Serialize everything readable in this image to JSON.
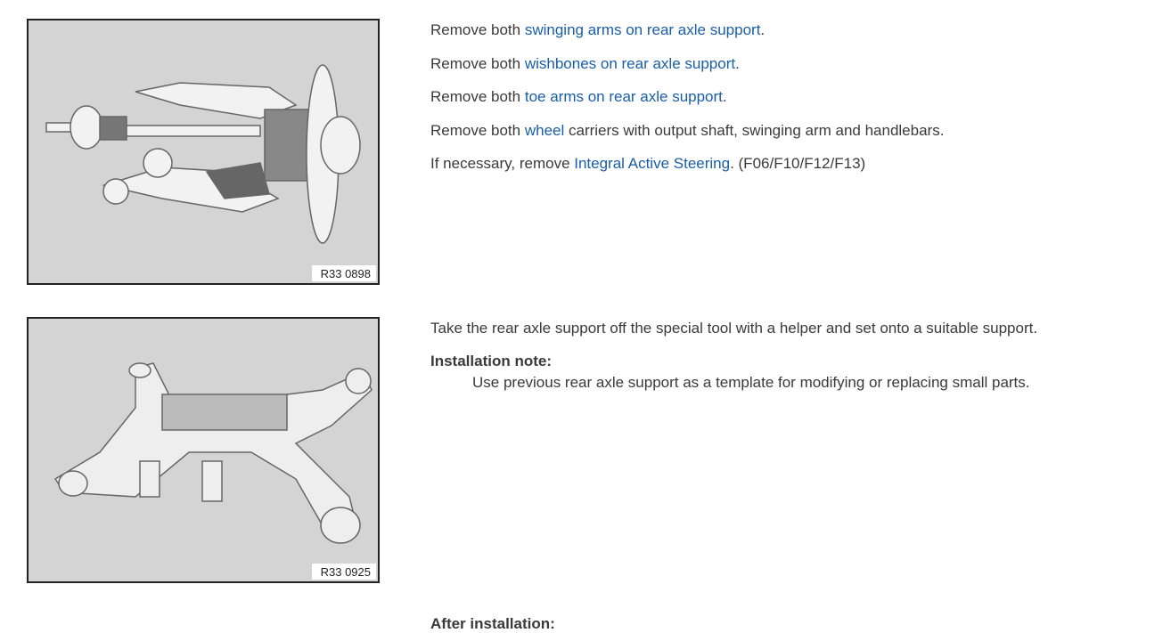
{
  "step1": {
    "figure_label": "R33 0898",
    "lines": [
      {
        "pre": "Remove both ",
        "link": "swinging arms on rear axle support",
        "post": "."
      },
      {
        "pre": "Remove both ",
        "link": "wishbones on rear axle support",
        "post": "."
      },
      {
        "pre": "Remove both ",
        "link": "toe arms on rear axle support",
        "post": "."
      },
      {
        "pre": "Remove both ",
        "link": "wheel",
        "post": " carriers with output shaft, swinging arm and handlebars."
      },
      {
        "pre": "If necessary, remove ",
        "link": "Integral Active Steering",
        "post": ". (F06/F10/F12/F13)"
      }
    ]
  },
  "step2": {
    "figure_label": "R33 0925",
    "text": "Take the rear axle support off the special tool with a helper and set onto a suitable support.",
    "note_heading": "Installation note:",
    "note_body": "Use previous rear axle support as a template for modifying or replacing small parts."
  },
  "step3": {
    "heading": "After installation:"
  },
  "colors": {
    "link": "#1a5ea8",
    "text": "#3a3a3a",
    "figure_bg": "#d4d4d4"
  }
}
